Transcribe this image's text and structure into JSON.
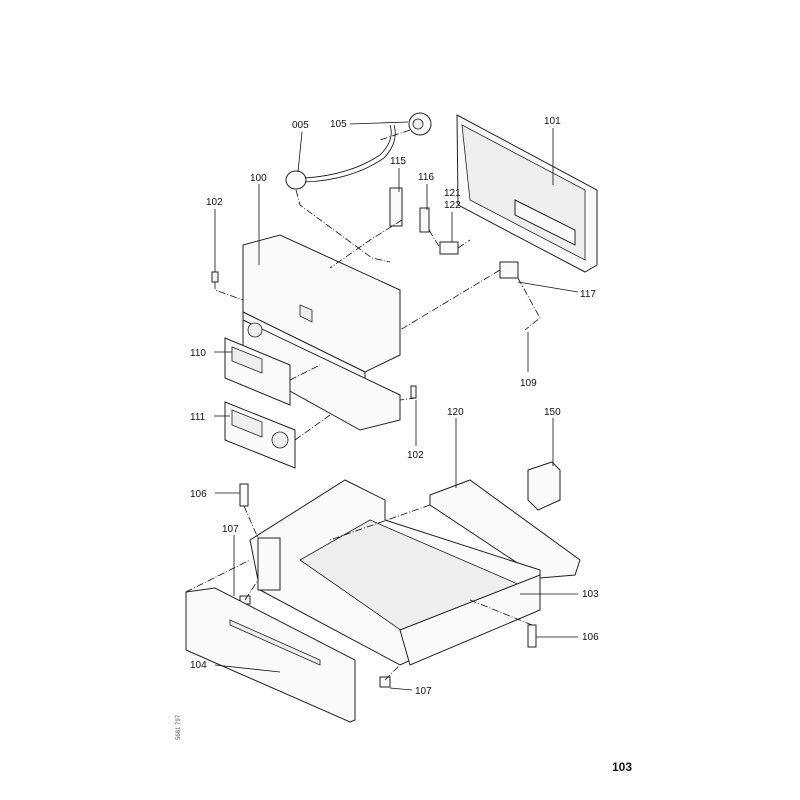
{
  "labels": {
    "p005": "005",
    "p105": "105",
    "p101": "101",
    "p115": "115",
    "p116": "116",
    "p121": "121",
    "p122": "122",
    "p100": "100",
    "p102a": "102",
    "p117": "117",
    "p109": "109",
    "p110": "110",
    "p111": "111",
    "p102b": "102",
    "p120": "120",
    "p150": "150",
    "p106a": "106",
    "p107a": "107",
    "p103": "103",
    "p106b": "106",
    "p104": "104",
    "p107b": "107"
  },
  "page_number": "103",
  "drawing_number": "5681 797"
}
